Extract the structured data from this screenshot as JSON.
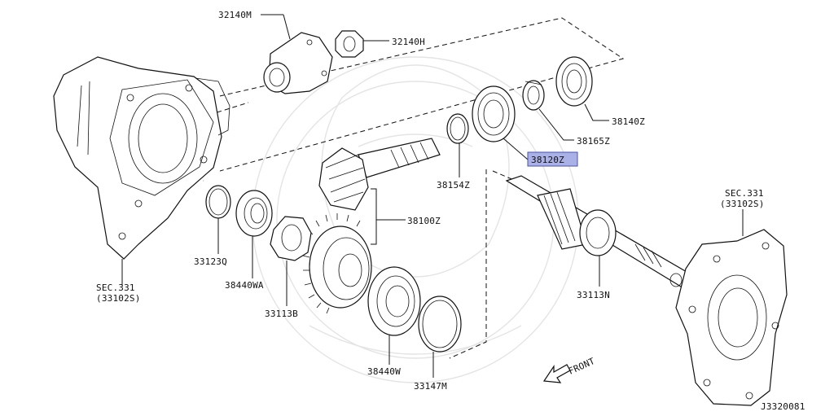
{
  "colors": {
    "line": "#111111",
    "highlight_fill": "#aab1e6",
    "highlight_stroke": "#4a52b0",
    "watermark": "#e4e4e4"
  },
  "labels": {
    "p32140M": "32140M",
    "p32140H": "32140H",
    "p38140Z": "38140Z",
    "p38165Z": "38165Z",
    "p38120Z": "38120Z",
    "p38154Z": "38154Z",
    "p38100Z": "38100Z",
    "p33123Q": "33123Q",
    "p38440WA": "38440WA",
    "p33113B": "33113B",
    "p38440W": "38440W",
    "p33147M": "33147M",
    "p33113N": "33113N",
    "sec_left_line1": "SEC.331",
    "sec_left_line2": "(33102S)",
    "sec_right_line1": "SEC.331",
    "sec_right_line2": "(33102S)",
    "front": "FRONT",
    "drawing_id": "J3320081"
  },
  "highlighted_part": "38120Z",
  "icons": {
    "front_arrow": "front-arrow-icon"
  }
}
